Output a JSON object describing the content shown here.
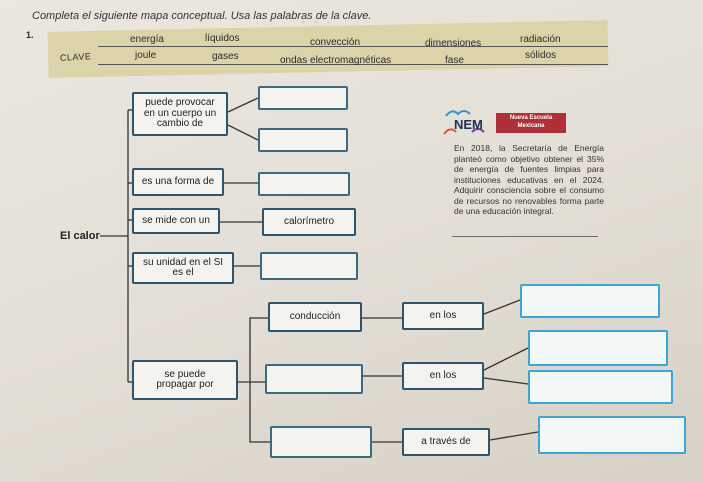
{
  "exercise": {
    "number": "1.",
    "instruction": "Completa el siguiente mapa conceptual. Usa las palabras de la clave."
  },
  "key": {
    "label": "CLAVE",
    "row1": [
      "energía",
      "líquidos",
      "convección",
      "dimensiones",
      "radiación"
    ],
    "row2": [
      "joule",
      "gases",
      "ondas electromagnéticas",
      "fase",
      "sólidos"
    ]
  },
  "map": {
    "root": "El calor",
    "branch_provocar": "puede provocar\nen un cuerpo un\ncambio de",
    "branch_forma": "es una forma de",
    "branch_mide": "se mide con un",
    "branch_unidad": "su unidad en el SI\nes el",
    "branch_propagar": "se puede\npropagar por",
    "calorimetro": "calorímetro",
    "conduccion": "conducción",
    "en_los_1": "en los",
    "en_los_2": "en los",
    "a_traves_de": "a través de"
  },
  "sidebar": {
    "logo_text": "NEM",
    "badge": "Nueva Escuela\nMexicana",
    "info": "En 2018, la Secretaría de Energía planteó como objetivo obtener el 35% de energía de fuentes limpias para instituciones educativas en el 2024. Adquirir consciencia sobre el consumo de recursos no renovables forma parte de una educación integral."
  },
  "colors": {
    "box_border": "#2e5570",
    "blank_cyan": "#3aa7d8",
    "key_band": "#ddd3a8",
    "badge": "#b0303a"
  }
}
